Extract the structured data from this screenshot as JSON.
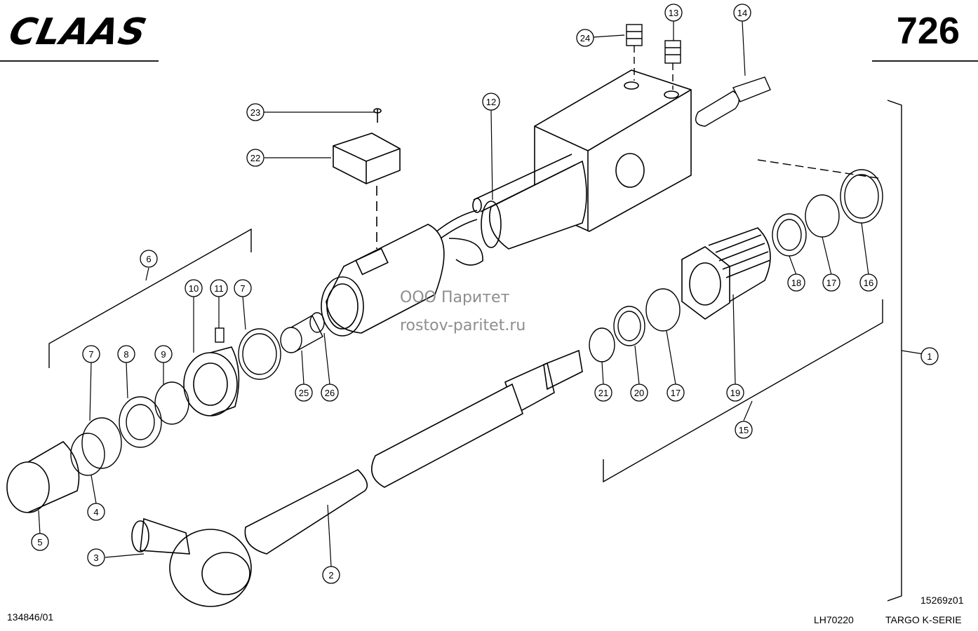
{
  "header": {
    "brand": "CLAAS",
    "page_number": "726"
  },
  "watermark": {
    "line1": "ООО Паритет",
    "line2": "rostov-paritet.ru"
  },
  "footer": {
    "doc_code_left": "134846/01",
    "drawing_ref": "15269z01",
    "code": "LH70220",
    "series": "TARGO K-SERIE"
  },
  "callouts": {
    "c1": "1",
    "c2": "2",
    "c3": "3",
    "c4": "4",
    "c5": "5",
    "c6": "6",
    "c7a": "7",
    "c7b": "7",
    "c8": "8",
    "c9": "9",
    "c10": "10",
    "c11": "11",
    "c12": "12",
    "c13": "13",
    "c14": "14",
    "c15": "15",
    "c16": "16",
    "c17a": "17",
    "c17b": "17",
    "c18": "18",
    "c19": "19",
    "c20": "20",
    "c21": "21",
    "c22": "22",
    "c23": "23",
    "c24": "24",
    "c25": "25",
    "c26": "26"
  }
}
